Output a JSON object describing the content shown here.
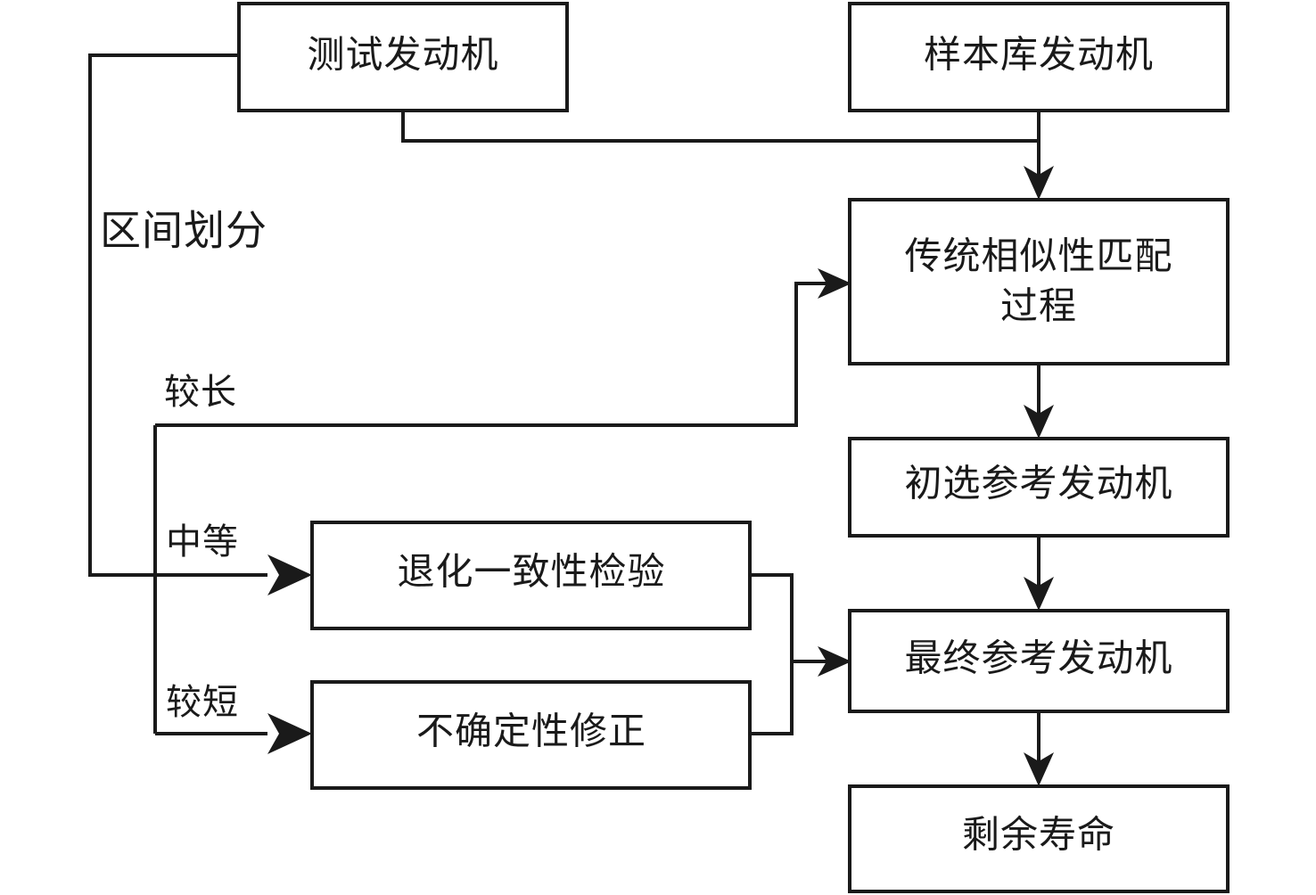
{
  "diagram": {
    "title_present": false,
    "background_color": "#ffffff",
    "line_color": "#1a1a1a",
    "nodes": {
      "test_engine": "测试发动机",
      "sample_library_engine": "样本库发动机",
      "similarity_matching_line1": "传统相似性匹配",
      "similarity_matching_line2": "过程",
      "preliminary_reference_engine": "初选参考发动机",
      "degradation_consistency_test": "退化一致性检验",
      "uncertainty_correction": "不确定性修正",
      "final_reference_engine": "最终参考发动机",
      "remaining_useful_life": "剩余寿命"
    },
    "edge_labels": {
      "interval_division": "区间划分",
      "longer": "较长",
      "medium": "中等",
      "shorter": "较短"
    }
  }
}
